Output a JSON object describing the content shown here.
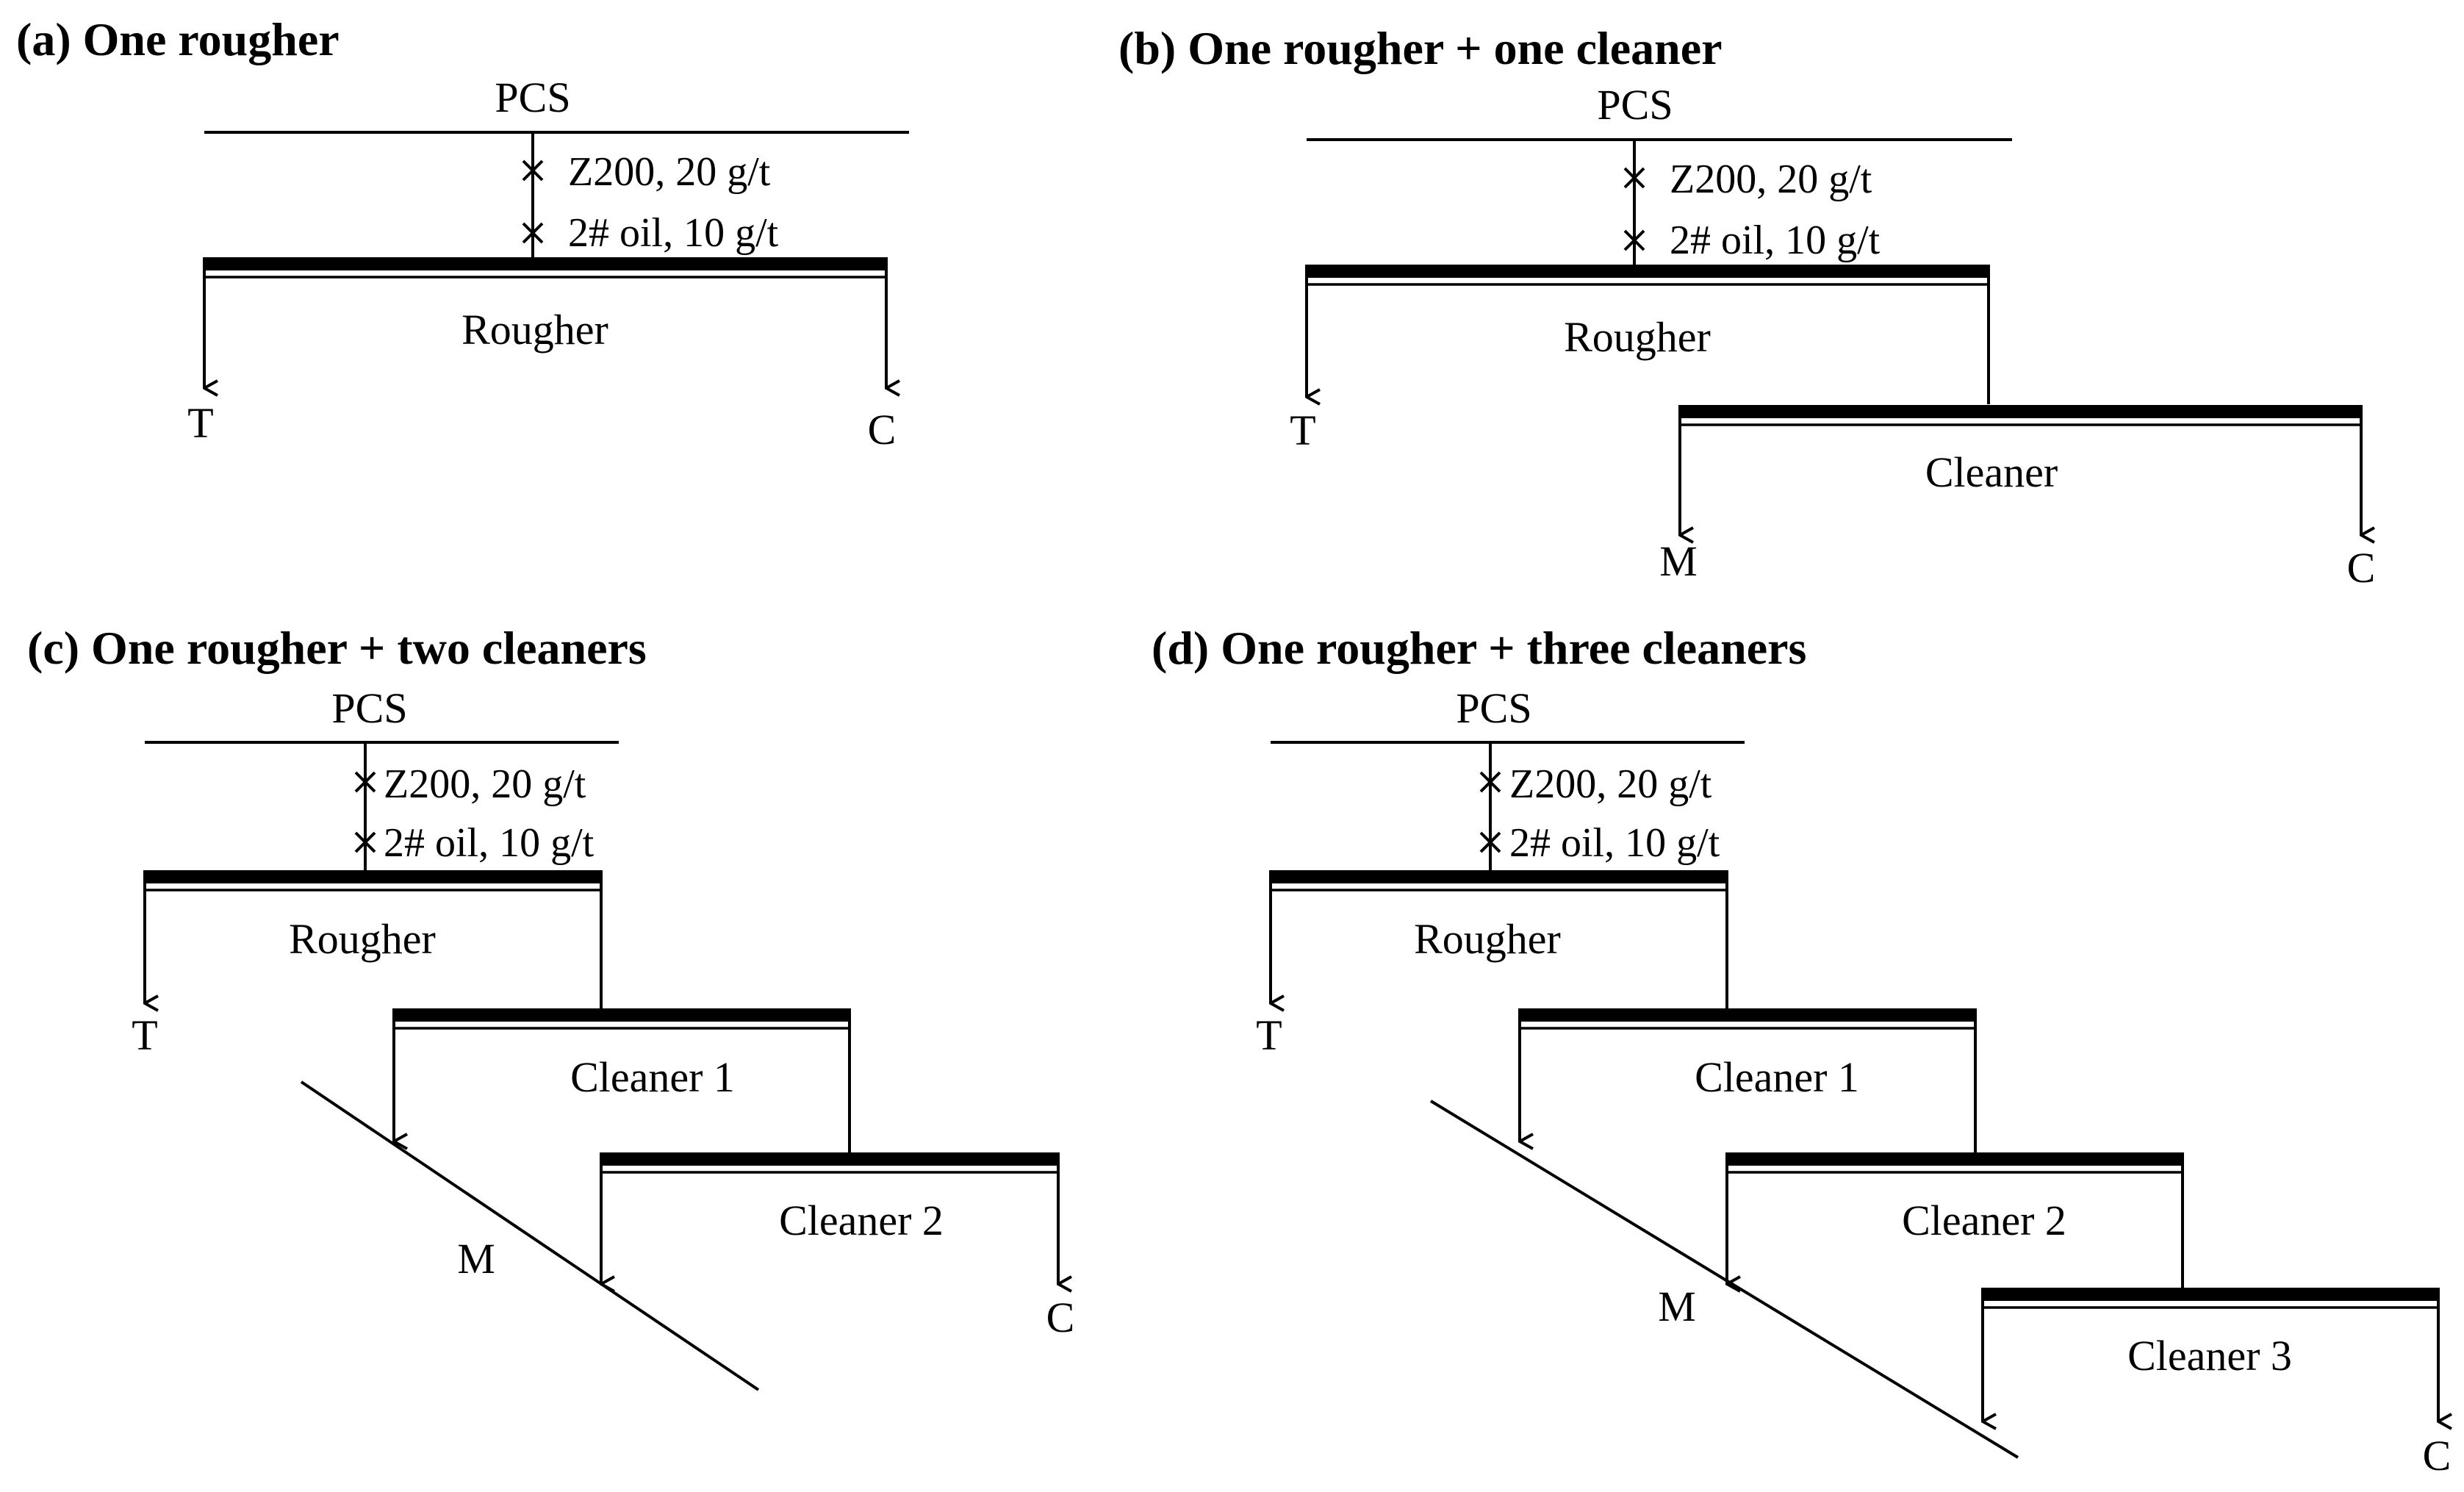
{
  "panels": [
    {
      "title": "(a) One rougher",
      "feed": "PCS",
      "reagents": [
        "Z200, 20 g/t",
        "2# oil, 10 g/t"
      ],
      "cells": [
        "Rougher"
      ],
      "outputs": [
        "T",
        "C"
      ]
    },
    {
      "title": "(b) One rougher + one cleaner",
      "feed": "PCS",
      "reagents": [
        "Z200, 20 g/t",
        "2# oil, 10 g/t"
      ],
      "cells": [
        "Rougher",
        "Cleaner"
      ],
      "outputs": [
        "T",
        "M",
        "C"
      ]
    },
    {
      "title": "(c) One rougher + two cleaners",
      "feed": "PCS",
      "reagents": [
        "Z200, 20 g/t",
        "2# oil, 10 g/t"
      ],
      "cells": [
        "Rougher",
        "Cleaner 1",
        "Cleaner 2"
      ],
      "outputs": [
        "T",
        "M",
        "C"
      ]
    },
    {
      "title": "(d) One rougher + three cleaners",
      "feed": "PCS",
      "reagents": [
        "Z200, 20 g/t",
        "2# oil, 10 g/t"
      ],
      "cells": [
        "Rougher",
        "Cleaner 1",
        "Cleaner 2",
        "Cleaner 3"
      ],
      "outputs": [
        "T",
        "M",
        "C"
      ]
    }
  ]
}
